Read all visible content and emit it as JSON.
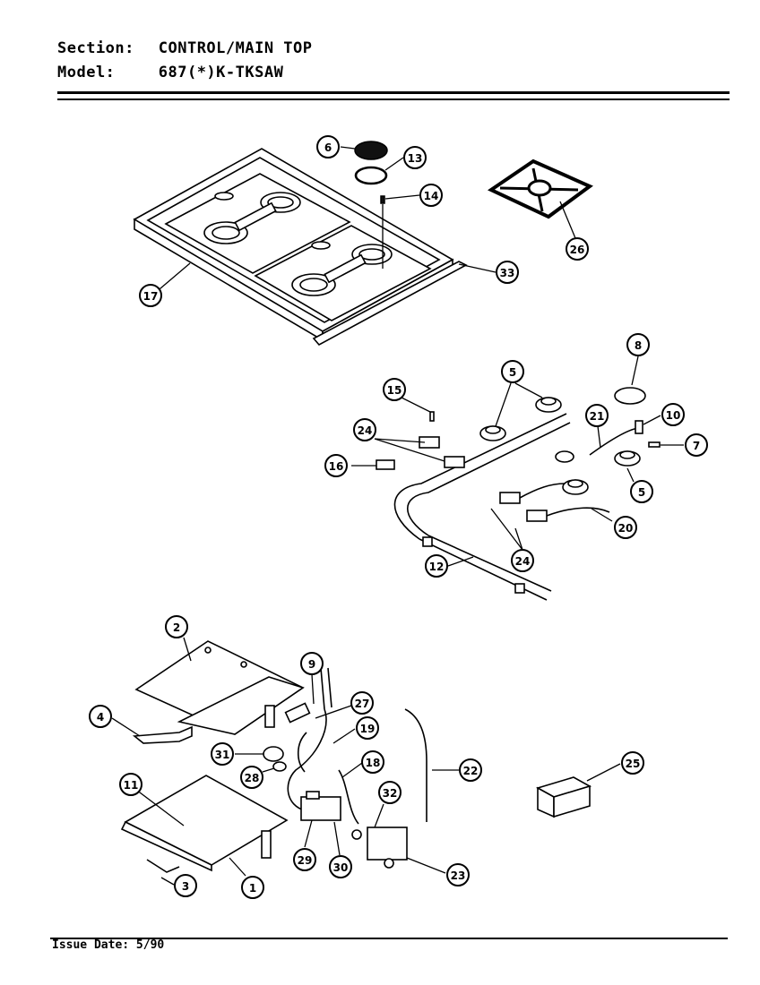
{
  "header": {
    "section_label": "Section:",
    "section_value": "CONTROL/MAIN TOP",
    "model_label": "Model:",
    "model_value": "687(*)K-TKSAW"
  },
  "footer": {
    "issue_date": "Issue Date: 5/90"
  },
  "callouts": [
    {
      "id": "c6",
      "label": "6"
    },
    {
      "id": "c13",
      "label": "13"
    },
    {
      "id": "c14",
      "label": "14"
    },
    {
      "id": "c26",
      "label": "26"
    },
    {
      "id": "c33",
      "label": "33"
    },
    {
      "id": "c17",
      "label": "17"
    },
    {
      "id": "c8",
      "label": "8"
    },
    {
      "id": "c5a",
      "label": "5"
    },
    {
      "id": "c15",
      "label": "15"
    },
    {
      "id": "c24a",
      "label": "24"
    },
    {
      "id": "c21",
      "label": "21"
    },
    {
      "id": "c10",
      "label": "10"
    },
    {
      "id": "c7",
      "label": "7"
    },
    {
      "id": "c16",
      "label": "16"
    },
    {
      "id": "c5b",
      "label": "5"
    },
    {
      "id": "c20",
      "label": "20"
    },
    {
      "id": "c24b",
      "label": "24"
    },
    {
      "id": "c12",
      "label": "12"
    },
    {
      "id": "c2",
      "label": "2"
    },
    {
      "id": "c9",
      "label": "9"
    },
    {
      "id": "c4",
      "label": "4"
    },
    {
      "id": "c27",
      "label": "27"
    },
    {
      "id": "c19",
      "label": "19"
    },
    {
      "id": "c31",
      "label": "31"
    },
    {
      "id": "c18",
      "label": "18"
    },
    {
      "id": "c22",
      "label": "22"
    },
    {
      "id": "c25",
      "label": "25"
    },
    {
      "id": "c28",
      "label": "28"
    },
    {
      "id": "c11",
      "label": "11"
    },
    {
      "id": "c32",
      "label": "32"
    },
    {
      "id": "c29",
      "label": "29"
    },
    {
      "id": "c30",
      "label": "30"
    },
    {
      "id": "c23",
      "label": "23"
    },
    {
      "id": "c3",
      "label": "3"
    },
    {
      "id": "c1",
      "label": "1"
    }
  ]
}
